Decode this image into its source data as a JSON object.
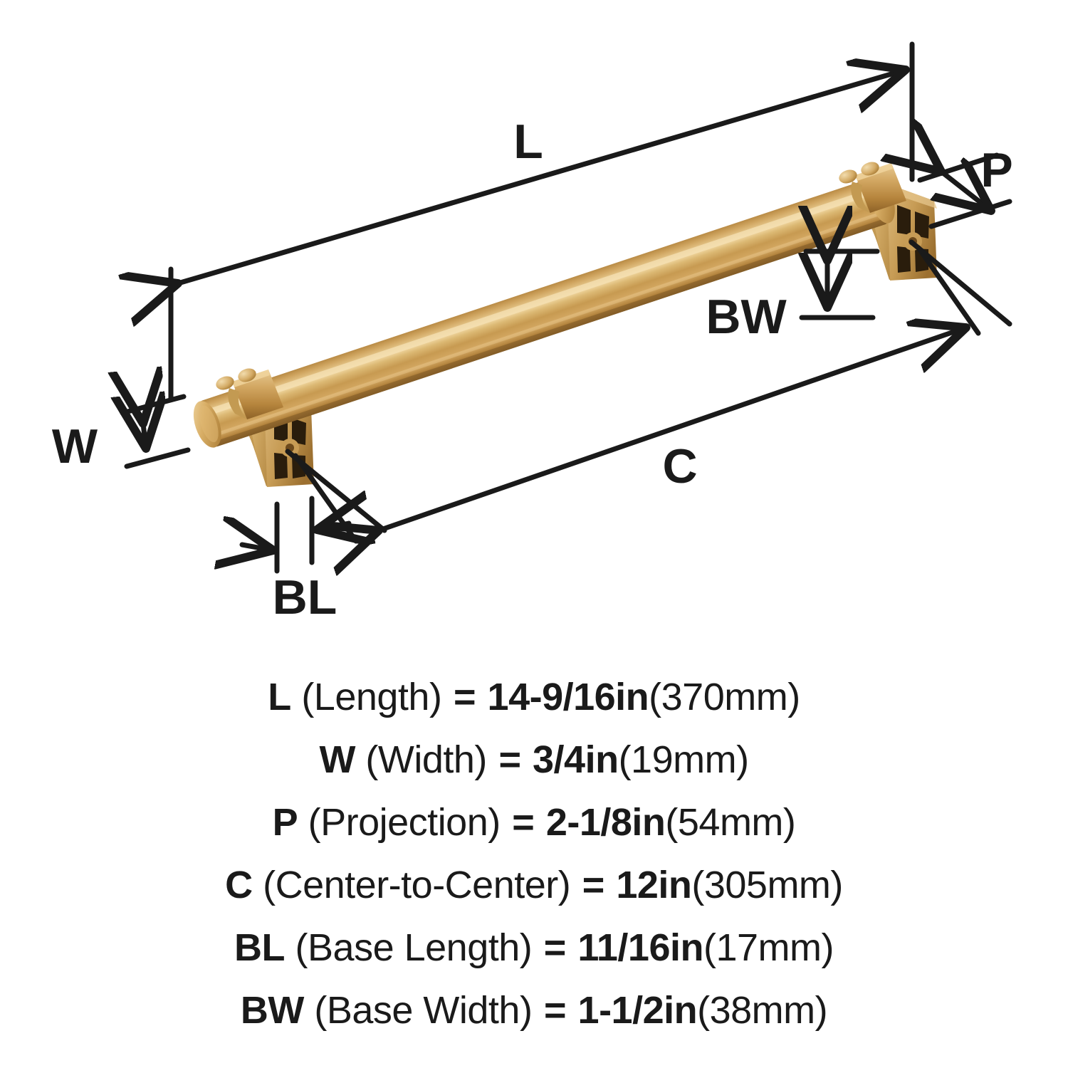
{
  "product": {
    "type": "cabinet-bar-pull-handle",
    "finish_name": "champagne bronze",
    "finish_colors": {
      "base": "#c69a52",
      "highlight": "#e8c98a",
      "shadow": "#9a6f32",
      "deep_shadow": "#7a5524",
      "slot_dark": "#2a1d0c"
    },
    "line_color": "#1a1a1a"
  },
  "diagram": {
    "labels": {
      "length": "L",
      "width": "W",
      "projection": "P",
      "center_to_center": "C",
      "base_length": "BL",
      "base_width": "BW"
    }
  },
  "chart_data": {
    "type": "table",
    "title": "",
    "measurements": [
      {
        "symbol": "L",
        "name": "Length",
        "imperial": "14-9/16in",
        "metric": "370mm"
      },
      {
        "symbol": "W",
        "name": "Width",
        "imperial": "3/4in",
        "metric": "19mm"
      },
      {
        "symbol": "P",
        "name": "Projection",
        "imperial": "2-1/8in",
        "metric": "54mm"
      },
      {
        "symbol": "C",
        "name": "Center-to-Center",
        "imperial": "12in",
        "metric": "305mm"
      },
      {
        "symbol": "BL",
        "name": "Base Length",
        "imperial": "11/16in",
        "metric": "17mm"
      },
      {
        "symbol": "BW",
        "name": "Base Width",
        "imperial": "1-1/2in",
        "metric": "38mm"
      }
    ]
  },
  "legend": {
    "rows": [
      {
        "symbol": "L",
        "name": "(Length)",
        "equals": "=",
        "value": "14-9/16in",
        "metric": "(370mm)"
      },
      {
        "symbol": "W",
        "name": "(Width)",
        "equals": "=",
        "value": "3/4in",
        "metric": "(19mm)"
      },
      {
        "symbol": "P",
        "name": "(Projection)",
        "equals": "=",
        "value": "2-1/8in",
        "metric": "(54mm)"
      },
      {
        "symbol": "C",
        "name": "(Center-to-Center)",
        "equals": "=",
        "value": "12in",
        "metric": "(305mm)"
      },
      {
        "symbol": "BL",
        "name": "(Base Length)",
        "equals": "=",
        "value": "11/16in",
        "metric": "(17mm)"
      },
      {
        "symbol": "BW",
        "name": "(Base Width)",
        "equals": "=",
        "value": "1-1/2in",
        "metric": "(38mm)"
      }
    ]
  }
}
